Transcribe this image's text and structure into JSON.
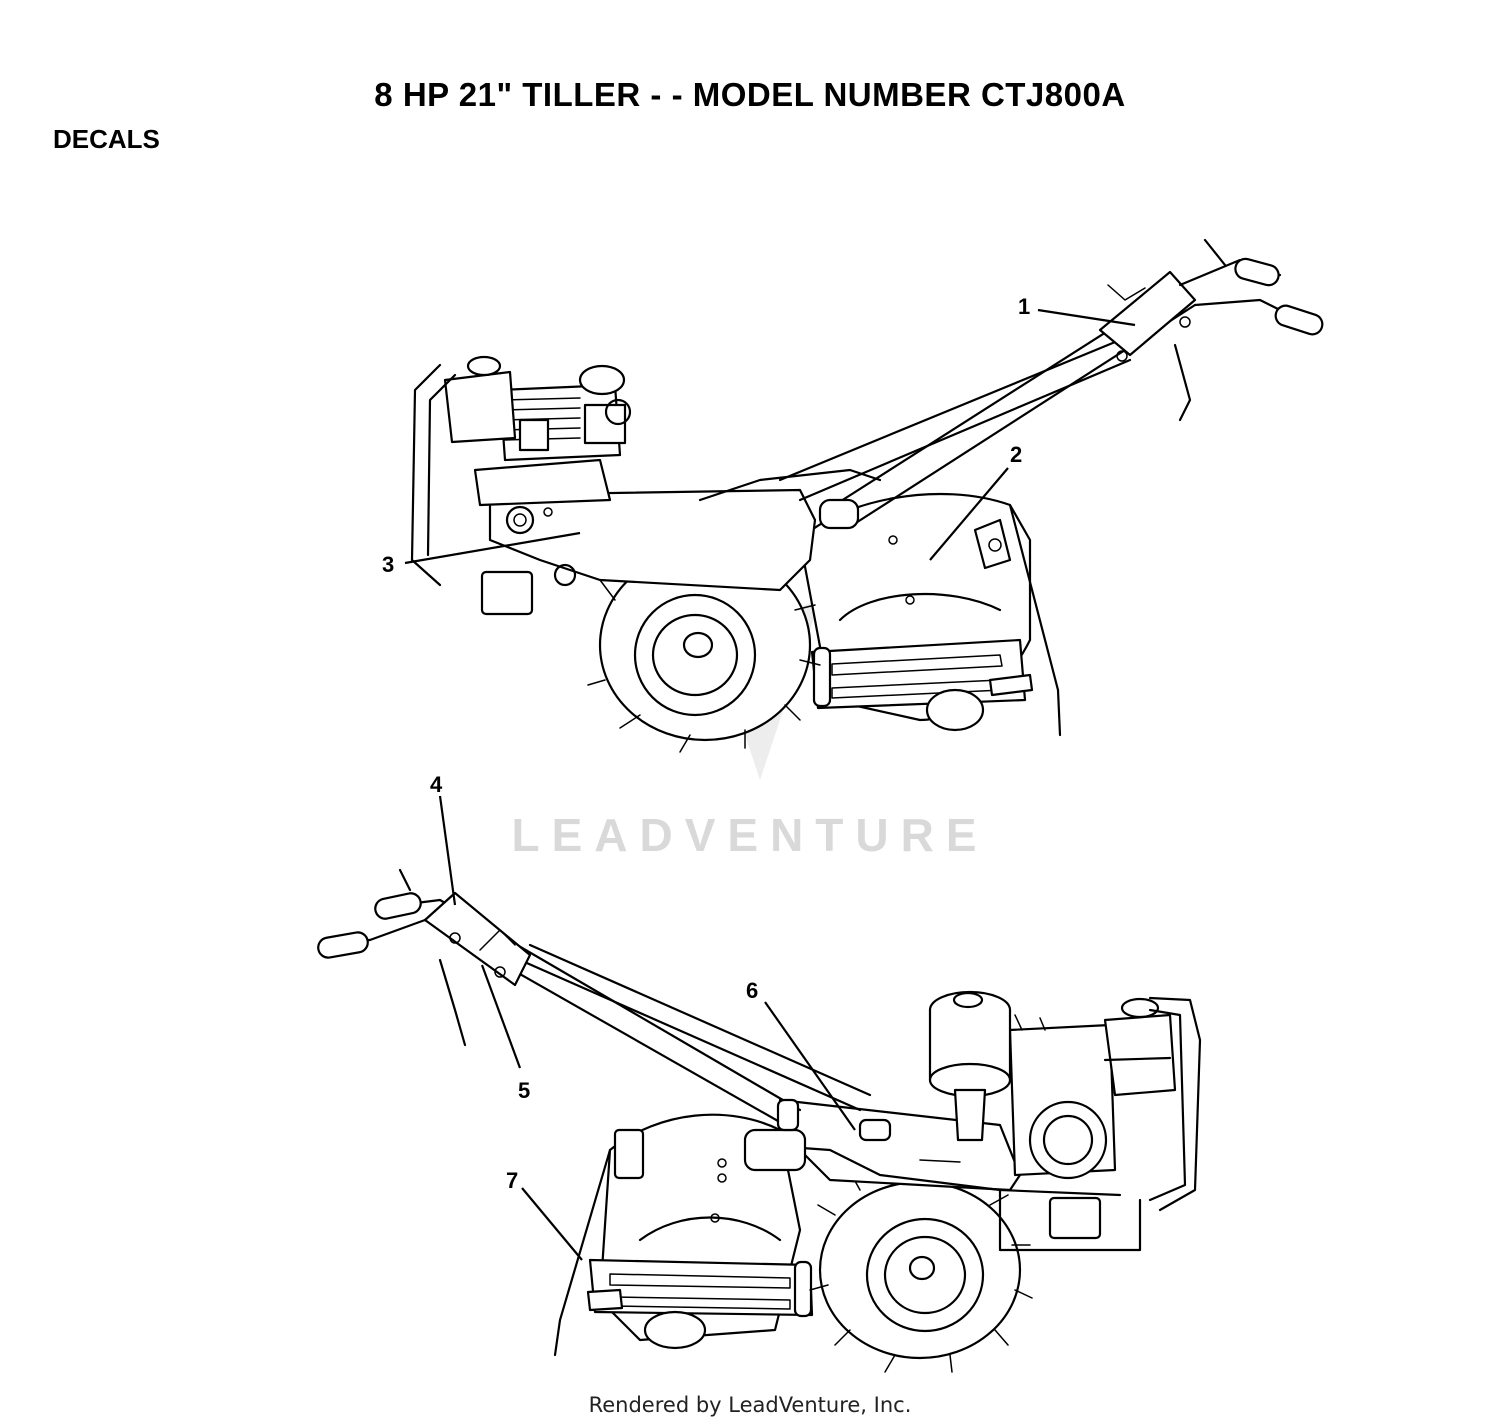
{
  "title": "8 HP 21\" TILLER - - MODEL NUMBER CTJ800A",
  "section_label": "DECALS",
  "callouts": [
    {
      "id": "1",
      "label": "1"
    },
    {
      "id": "2",
      "label": "2"
    },
    {
      "id": "3",
      "label": "3"
    },
    {
      "id": "4",
      "label": "4"
    },
    {
      "id": "5",
      "label": "5"
    },
    {
      "id": "6",
      "label": "6"
    },
    {
      "id": "7",
      "label": "7"
    }
  ],
  "watermark": "LEADVENTURE",
  "footer": "Rendered by LeadVenture, Inc."
}
